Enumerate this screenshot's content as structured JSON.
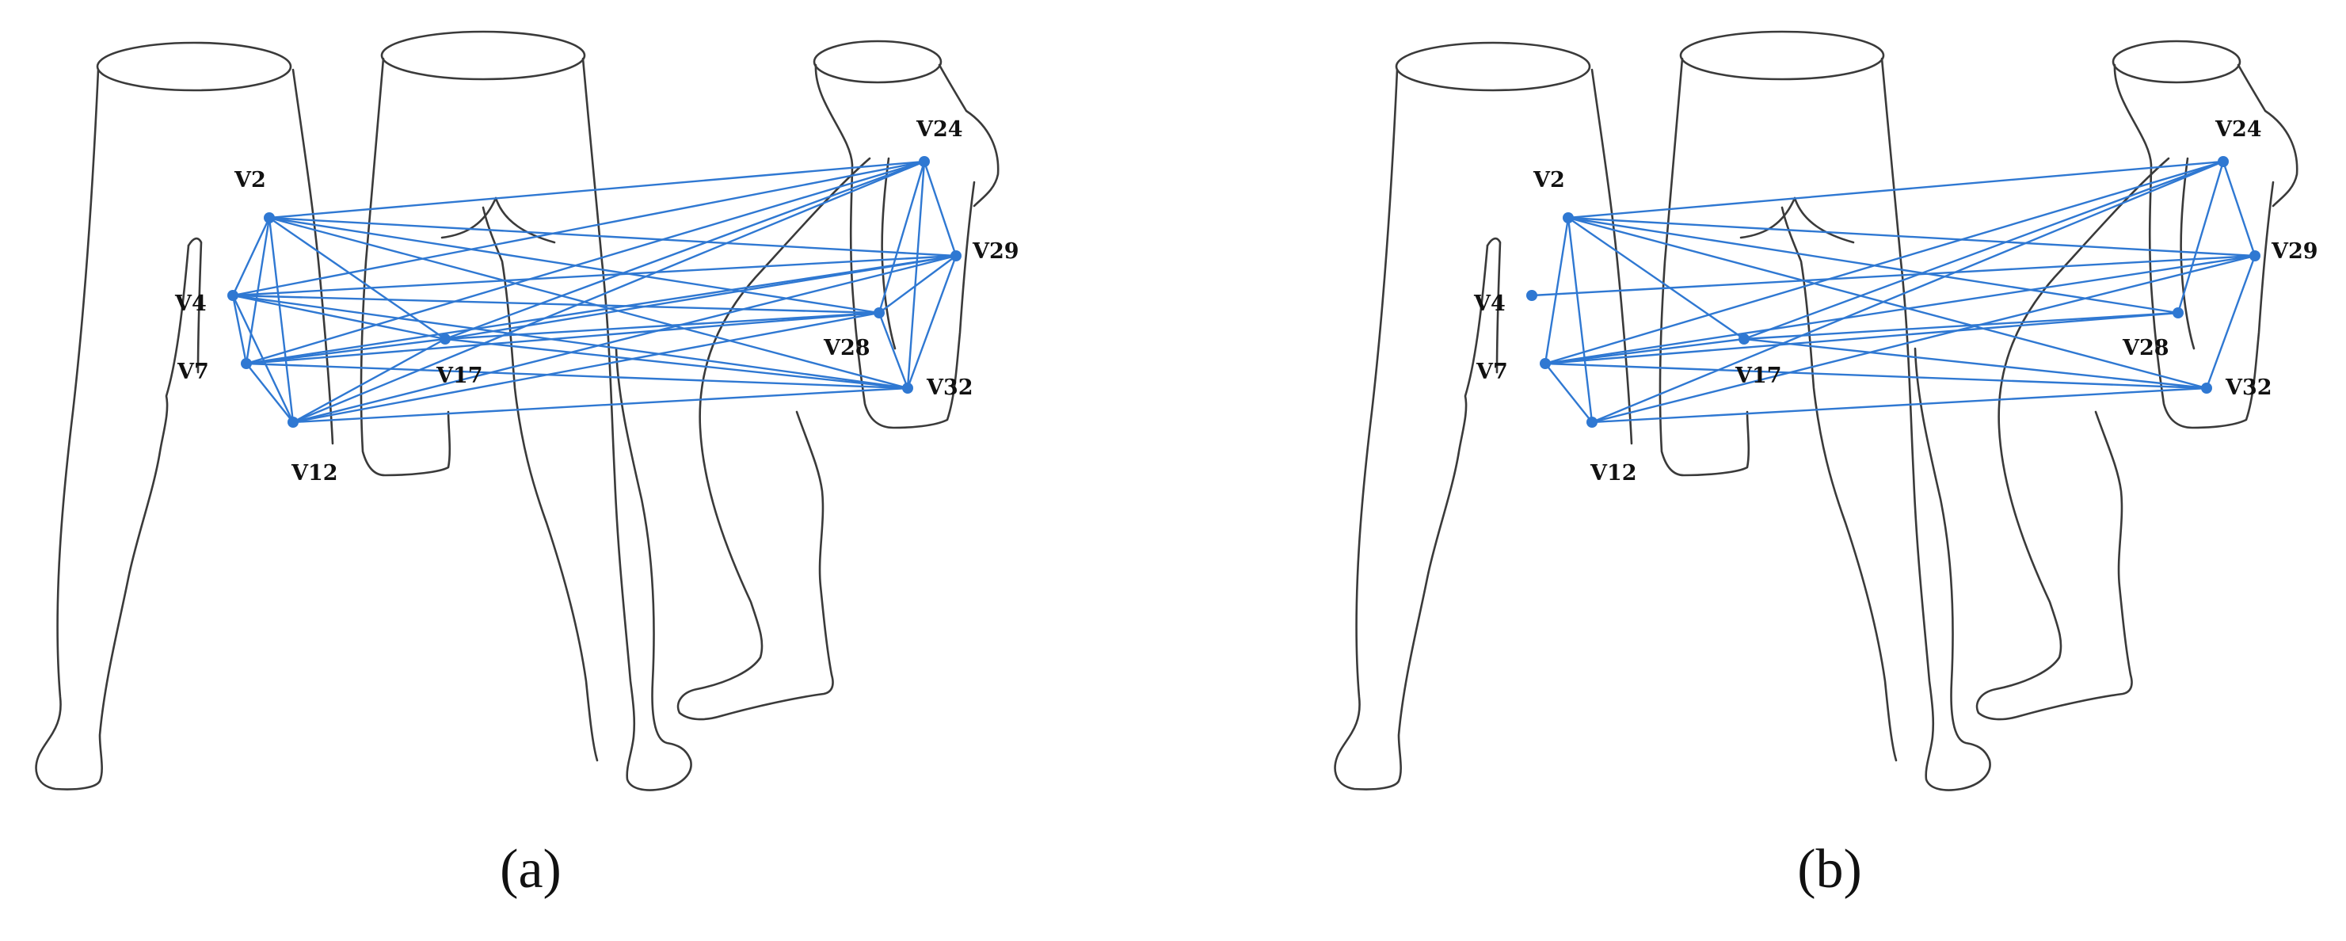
{
  "colors": {
    "edge": "#2f78d2",
    "node": "#2f78d2",
    "outline": "#3a3a3a",
    "label": "#111111"
  },
  "panels": [
    {
      "id": "a",
      "caption": "(a)",
      "nodes": [
        "V2",
        "V4",
        "V7",
        "V12",
        "V17",
        "V24",
        "V28",
        "V29",
        "V32"
      ],
      "edges": [
        [
          "V2",
          "V4"
        ],
        [
          "V2",
          "V7"
        ],
        [
          "V2",
          "V12"
        ],
        [
          "V2",
          "V17"
        ],
        [
          "V2",
          "V24"
        ],
        [
          "V2",
          "V29"
        ],
        [
          "V2",
          "V28"
        ],
        [
          "V2",
          "V32"
        ],
        [
          "V4",
          "V7"
        ],
        [
          "V4",
          "V12"
        ],
        [
          "V4",
          "V17"
        ],
        [
          "V4",
          "V24"
        ],
        [
          "V4",
          "V29"
        ],
        [
          "V4",
          "V28"
        ],
        [
          "V4",
          "V32"
        ],
        [
          "V7",
          "V12"
        ],
        [
          "V7",
          "V17"
        ],
        [
          "V7",
          "V24"
        ],
        [
          "V7",
          "V29"
        ],
        [
          "V7",
          "V28"
        ],
        [
          "V7",
          "V32"
        ],
        [
          "V12",
          "V17"
        ],
        [
          "V12",
          "V24"
        ],
        [
          "V12",
          "V29"
        ],
        [
          "V12",
          "V28"
        ],
        [
          "V12",
          "V32"
        ],
        [
          "V17",
          "V24"
        ],
        [
          "V17",
          "V29"
        ],
        [
          "V17",
          "V28"
        ],
        [
          "V17",
          "V32"
        ],
        [
          "V24",
          "V29"
        ],
        [
          "V24",
          "V28"
        ],
        [
          "V24",
          "V32"
        ],
        [
          "V29",
          "V28"
        ],
        [
          "V29",
          "V32"
        ],
        [
          "V28",
          "V32"
        ]
      ]
    },
    {
      "id": "b",
      "caption": "(b)",
      "nodes": [
        "V2",
        "V4",
        "V7",
        "V12",
        "V17",
        "V24",
        "V28",
        "V29",
        "V32"
      ],
      "edges": [
        [
          "V2",
          "V7"
        ],
        [
          "V2",
          "V12"
        ],
        [
          "V2",
          "V17"
        ],
        [
          "V2",
          "V24"
        ],
        [
          "V2",
          "V29"
        ],
        [
          "V2",
          "V28"
        ],
        [
          "V2",
          "V32"
        ],
        [
          "V4",
          "V29"
        ],
        [
          "V7",
          "V12"
        ],
        [
          "V7",
          "V17"
        ],
        [
          "V7",
          "V24"
        ],
        [
          "V7",
          "V29"
        ],
        [
          "V7",
          "V28"
        ],
        [
          "V7",
          "V32"
        ],
        [
          "V12",
          "V24"
        ],
        [
          "V12",
          "V29"
        ],
        [
          "V12",
          "V32"
        ],
        [
          "V17",
          "V24"
        ],
        [
          "V17",
          "V28"
        ],
        [
          "V17",
          "V32"
        ],
        [
          "V24",
          "V29"
        ],
        [
          "V24",
          "V28"
        ],
        [
          "V29",
          "V32"
        ]
      ]
    }
  ]
}
